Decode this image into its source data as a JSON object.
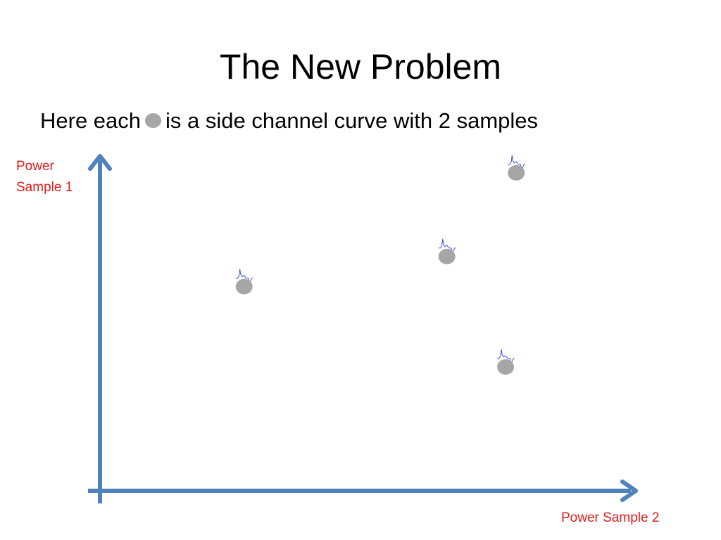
{
  "slide": {
    "title": "The New Problem",
    "subtitle_before": "Here each",
    "subtitle_after": "is a side channel curve with 2 samples"
  },
  "diagram": {
    "y_axis_label_line1": "Power",
    "y_axis_label_line2": "Sample 1",
    "x_axis_label": "Power Sample 2",
    "axis_color": "#4f81bd",
    "point_color": "#a6a6a6",
    "trace_color": "#3b4fd6",
    "label_color": "#e11b1b",
    "points": [
      {
        "id": "point-1",
        "x": 0.27,
        "y": 0.61
      },
      {
        "id": "point-2",
        "x": 0.65,
        "y": 0.7
      },
      {
        "id": "point-3",
        "x": 0.78,
        "y": 0.95
      },
      {
        "id": "point-4",
        "x": 0.76,
        "y": 0.37
      }
    ]
  }
}
